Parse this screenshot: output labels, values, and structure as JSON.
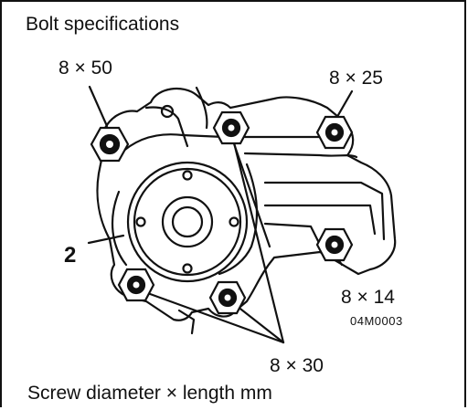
{
  "title": "Bolt specifications",
  "labels": {
    "bolt_top_left": "8 × 50",
    "bolt_top_right": "8 × 25",
    "bolt_right_lower": "8 × 14",
    "bolt_bottom": "8 × 30",
    "part_number": "2",
    "figure_code": "04M0003"
  },
  "footer": "Screw diameter × length mm"
}
